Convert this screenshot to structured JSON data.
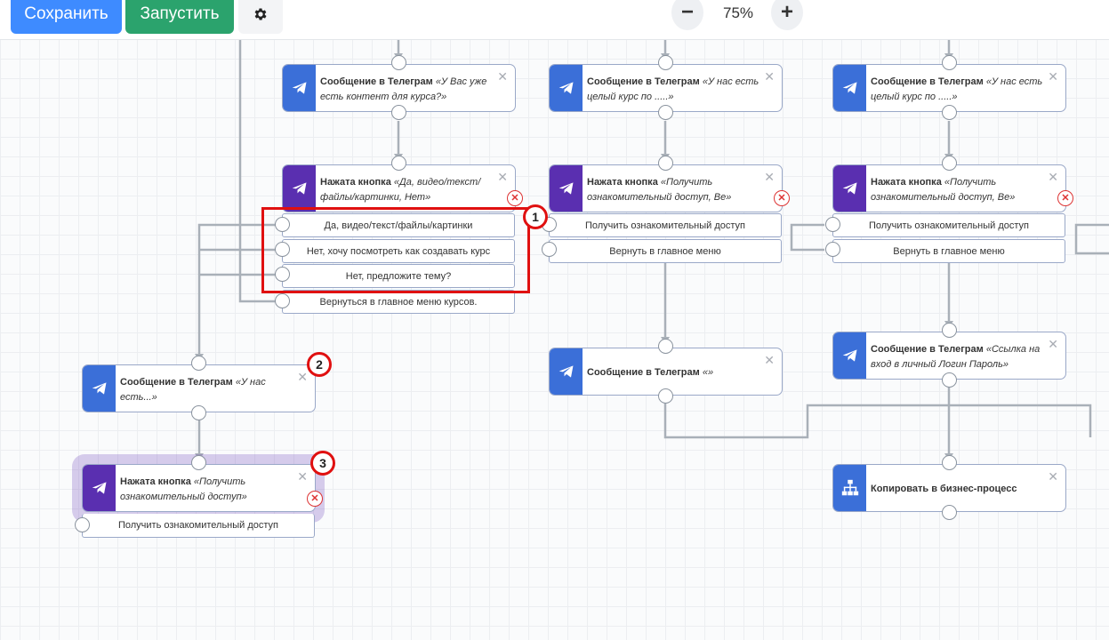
{
  "toolbar": {
    "save_label": "Сохранить",
    "run_label": "Запустить",
    "gear_icon": "gear-icon",
    "zoom_out_label": "−",
    "zoom_level": "75%",
    "zoom_in_label": "+"
  },
  "nodes": {
    "msg_content": {
      "type": "Сообщение в Телеграм",
      "text": "«У Вас уже есть контент для курса?»"
    },
    "msg_course1": {
      "type": "Сообщение в Телеграм",
      "text": "«У нас есть целый курс по .....»"
    },
    "msg_course2": {
      "type": "Сообщение в Телеграм",
      "text": "«У нас есть целый курс по .....»"
    },
    "btn_yes": {
      "type": "Нажата кнопка",
      "text": "«Да, видео/текст/ файлы/картинки, Нет»",
      "options": [
        "Да, видео/текст/файлы/картинки",
        "Нет, хочу посмотреть как создавать курс",
        "Нет, предложите тему?",
        "Вернуться в главное меню курсов."
      ]
    },
    "btn_access1": {
      "type": "Нажата кнопка",
      "text": "«Получить ознакомительный доступ, Ве»",
      "options": [
        "Получить ознакомительный доступ",
        "Вернуть в главное меню"
      ]
    },
    "btn_access2": {
      "type": "Нажата кнопка",
      "text": "«Получить ознакомительный доступ, Ве»",
      "options": [
        "Получить ознакомительный доступ",
        "Вернуть в главное меню"
      ]
    },
    "msg_empty": {
      "type": "Сообщение в Телеграм",
      "text": "«»"
    },
    "msg_login": {
      "type": "Сообщение в Телеграм",
      "text": "«Ссылка на вход в личный Логин Пароль»"
    },
    "msg_we_have": {
      "type": "Сообщение в Телеграм",
      "text": "«У нас есть...»"
    },
    "btn_access3": {
      "type": "Нажата кнопка",
      "text": "«Получить ознакомительный доступ»",
      "options": [
        "Получить ознакомительный доступ"
      ]
    },
    "copy_bp": {
      "type": "Копировать в бизнес-процесс"
    }
  },
  "annotations": {
    "badge1": "1",
    "badge2": "2",
    "badge3": "3"
  },
  "colors": {
    "save": "#3e8bff",
    "run": "#2ba36d",
    "message_icon": "#3b6fd8",
    "button_icon": "#5a2fb0",
    "highlight": "#e01010"
  }
}
